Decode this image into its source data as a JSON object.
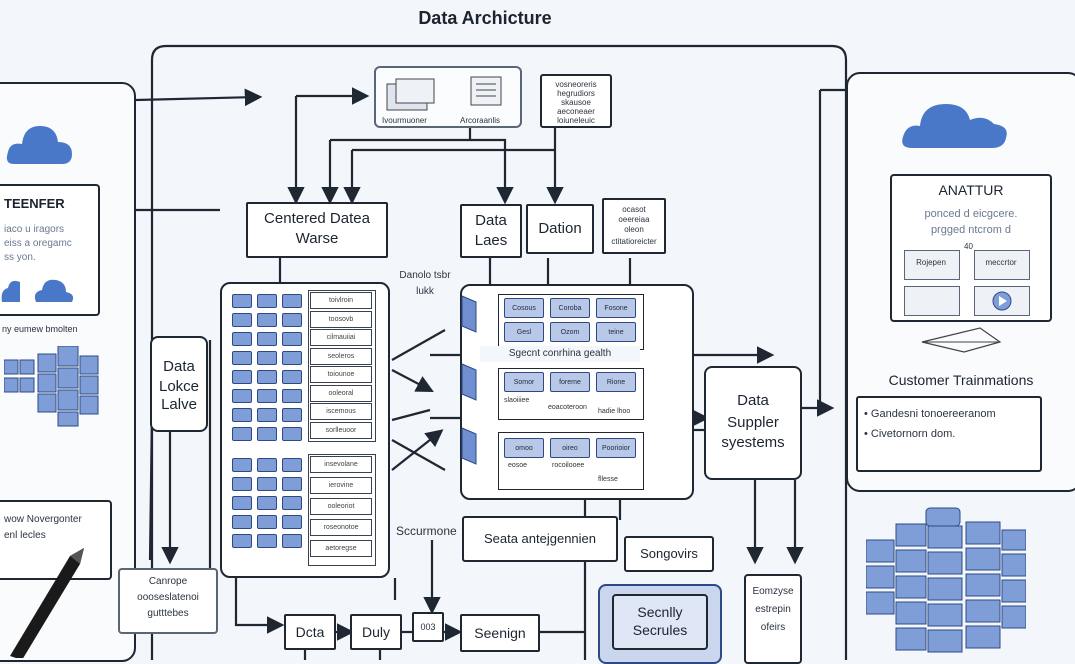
{
  "title": "Data Archicture",
  "left_panel": {
    "heading": "TEENFER",
    "lines": [
      "iaco u iragors",
      "eiss a oregamc",
      "ss yon."
    ],
    "bottom_lines": [
      "wow Novergonter",
      "enl lecles"
    ],
    "note": [
      "Canrope",
      "oooseslatenoi",
      "gutttebes"
    ]
  },
  "top_box": {
    "left_caption": "Ivourmuoner",
    "right_caption": "Arcoraanlis"
  },
  "top_right_box": [
    "vosneoreris",
    "hegrudiors",
    "skausoe",
    "aeconeaer",
    "loiuneleuic"
  ],
  "centered_warehouse": [
    "Centered Datea",
    "Warse"
  ],
  "data_lakes": [
    "Data",
    "Laes"
  ],
  "dation": "Dation",
  "ocasot": [
    "ocasot",
    "oeereiaa",
    "oleon",
    "ctitatioreicter"
  ],
  "data_lake_lalve": [
    "Data",
    "Lokce",
    "Lalve"
  ],
  "danolo": [
    "Danolo tsbr",
    "lukk"
  ],
  "warehouse_rows_top": [
    "toivlroin",
    "toosovb",
    "cilmauiiai",
    "seoleros",
    "toiounoe",
    "ooleoral",
    "iscemous",
    "sorlleuoor"
  ],
  "warehouse_rows_bottom": [
    "insevolane",
    "ierovine",
    "ooleoriot",
    "roseonotoe",
    "aetoregse"
  ],
  "sgecnt": "Sgecnt conrhina gealth",
  "grid_top": {
    "cells": [
      "Cosous",
      "Coroba",
      "Fosone",
      "Gesl",
      "Ozom",
      "teine"
    ]
  },
  "grid_mid": {
    "cells": [
      "Somor",
      "foreme",
      "Rione"
    ],
    "labels": [
      "slaoiiiee",
      "eoacoteroon",
      "hadie lhoo"
    ]
  },
  "grid_bot": {
    "cells": [
      "omoo",
      "oireo",
      "Poorioior"
    ],
    "labels": [
      "eosoe",
      "rocoilooee",
      "fllesse"
    ]
  },
  "scurmone": "Sccurmone",
  "seata": "Seata antejgennien",
  "sonovirs": "Songovirs",
  "data_supplier": [
    "Data",
    "Suppler",
    "syestems"
  ],
  "bottom_boxes": {
    "dcta": "Dcta",
    "duly": "Duly",
    "n003": "003",
    "seenign": "Seenign"
  },
  "security": [
    "Secnlly",
    "Secrules"
  ],
  "eomzy": [
    "Eomzyse",
    "estrepin",
    "ofeirs"
  ],
  "right_panel": {
    "anattur": "ANATTUR",
    "anattur_lines": [
      "ponced d eicgcere.",
      "prgged ntcrom d"
    ],
    "num": "40",
    "tiles": [
      "Rojepen",
      "meccrtor"
    ],
    "customer": "Customer Trainmations",
    "bullets": [
      "Gandesni tonoereeranom",
      "Civetornorn dom."
    ]
  },
  "colors": {
    "line": "#1f2733",
    "accent": "#7f9ed8",
    "cloud": "#4a78c8",
    "panel": "#f9fbfd"
  },
  "icons": [
    "cloud-icon",
    "database-stack-icon",
    "arrow-icon",
    "pen-icon",
    "play-icon",
    "image-icon"
  ]
}
